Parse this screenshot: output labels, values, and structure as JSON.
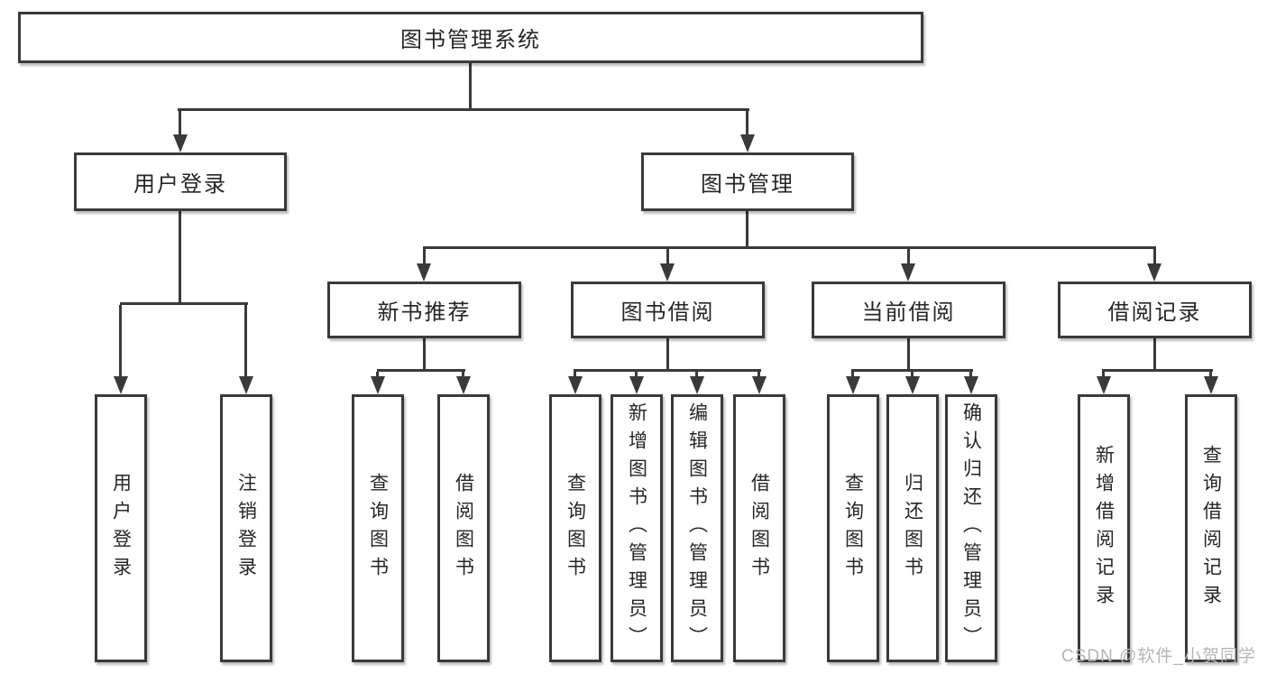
{
  "tree": {
    "root": {
      "label": "图书管理系统"
    },
    "user_login": {
      "label": "用户登录",
      "leaves": [
        "用户登录",
        "注销登录"
      ]
    },
    "book_mgmt": {
      "label": "图书管理",
      "groups": [
        {
          "label": "新书推荐",
          "leaves": [
            "查询图书",
            "借阅图书"
          ]
        },
        {
          "label": "图书借阅",
          "leaves": [
            "查询图书",
            "新增图书（管理员）",
            "编辑图书（管理员）",
            "借阅图书"
          ]
        },
        {
          "label": "当前借阅",
          "leaves": [
            "查询图书",
            "归还图书",
            "确认归还（管理员）"
          ]
        },
        {
          "label": "借阅记录",
          "leaves": [
            "新增借阅记录",
            "查询借阅记录"
          ]
        }
      ]
    }
  },
  "watermark": "CSDN @软件_小贺同学",
  "colors": {
    "line": "#3a3a3a",
    "text": "#262626",
    "background": "#ffffff",
    "watermark": "#b5b5b5"
  }
}
